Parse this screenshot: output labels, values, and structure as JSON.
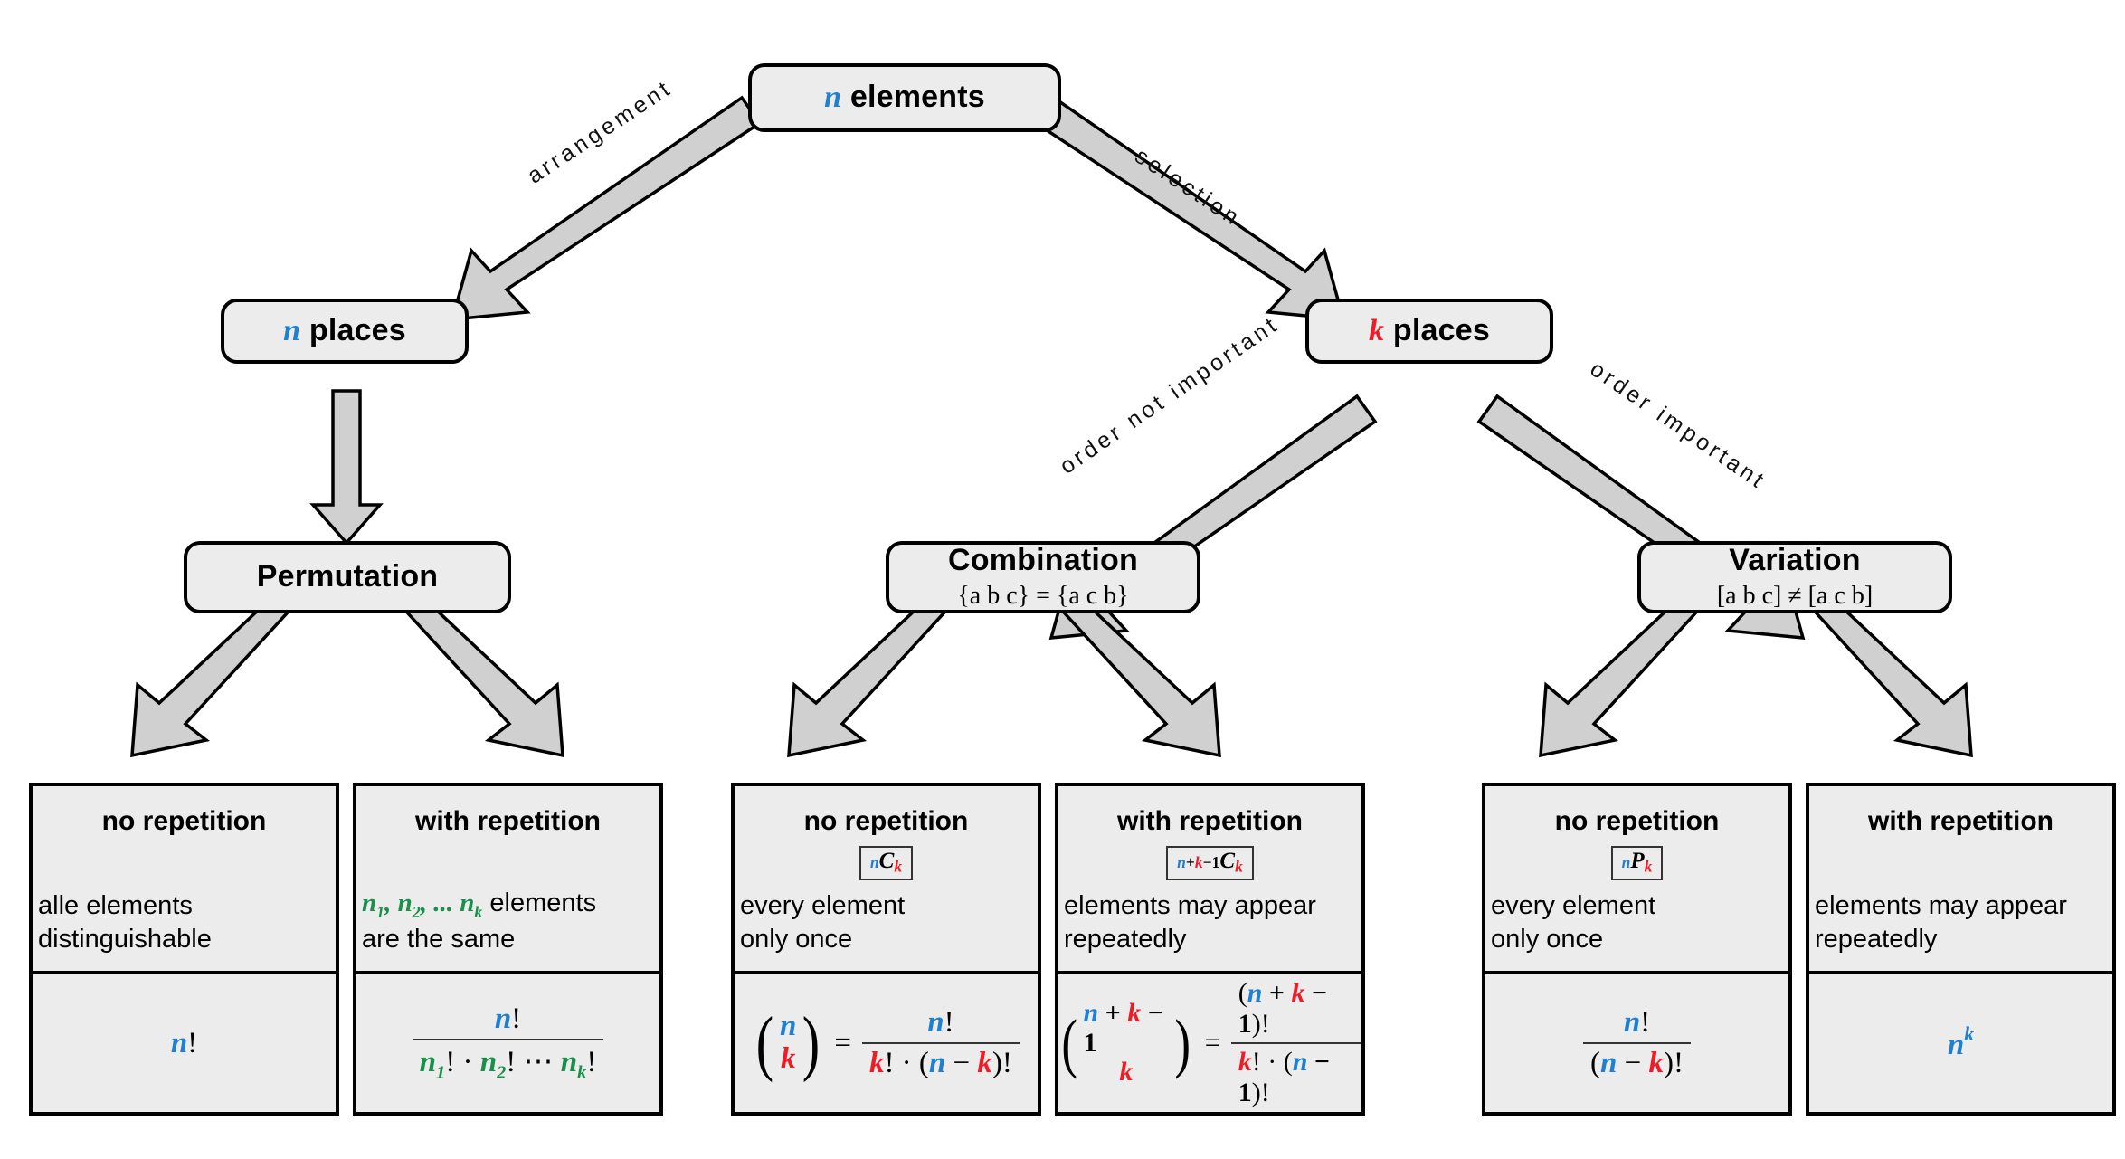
{
  "title": "Combinatorics overview tree",
  "colors": {
    "blue_n": "#1f7fd0",
    "red_k": "#ef1c25",
    "green_n_i": "#1a8f4a",
    "node_fill": "#ECECEC",
    "arrow_fill": "#D0D0D0",
    "outline": "#000000"
  },
  "nodes": {
    "root": {
      "label_var": "n",
      "label_text": " elements"
    },
    "n_places": {
      "label_var": "n",
      "label_text": " places"
    },
    "k_places": {
      "label_var": "k",
      "label_text": " places"
    },
    "permutation": {
      "title": "Permutation",
      "subtitle": ""
    },
    "combination": {
      "title": "Combination",
      "subtitle": "{a b c} = {a c b}"
    },
    "variation": {
      "title": "Variation",
      "subtitle": "[a b c] ≠ [a c b]"
    }
  },
  "edge_labels": {
    "arrangement": "arrangement",
    "selection": "selection",
    "order_not_important": "order not important",
    "order_important": "order important"
  },
  "leaves": [
    {
      "id": "perm-no-rep",
      "header": "no repetition",
      "badge": "",
      "desc_lines": [
        "alle elements",
        "distinguishable"
      ],
      "formula_text": "n!"
    },
    {
      "id": "perm-with-rep",
      "header": "with repetition",
      "badge": "",
      "desc_lines": [
        "n1, n2, ... nk elements",
        "are the same"
      ],
      "formula_text": "n! / (n1! · n2! ⋯ nk!)"
    },
    {
      "id": "comb-no-rep",
      "header": "no repetition",
      "badge": "nCk",
      "desc_lines": [
        "every element",
        "only once"
      ],
      "formula_text": "(n over k) = n! / (k! · (n − k)!)"
    },
    {
      "id": "comb-with-rep",
      "header": "with repetition",
      "badge": "n+k-1Ck",
      "desc_lines": [
        "elements may appear",
        "repeatedly"
      ],
      "formula_text": "(n+k−1 over k) = (n+k−1)! / (k! · (n−1)!)"
    },
    {
      "id": "var-no-rep",
      "header": "no repetition",
      "badge": "nPk",
      "desc_lines": [
        "every element",
        "only once"
      ],
      "formula_text": "n! / (n − k)!"
    },
    {
      "id": "var-with-rep",
      "header": "with repetition",
      "badge": "",
      "desc_lines": [
        "elements may appear",
        "repeatedly"
      ],
      "formula_text": "n^k"
    }
  ]
}
